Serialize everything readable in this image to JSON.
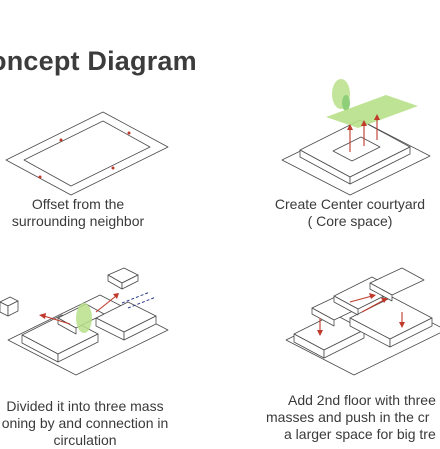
{
  "title": "oncept Diagram",
  "steps": [
    {
      "lines": [
        "Offset from the",
        "surrounding neighbor"
      ]
    },
    {
      "lines": [
        "Create Center courtyard",
        "( Core space)"
      ]
    },
    {
      "lines": [
        "Divided it into three mass",
        "oning by and connection in",
        "circulation"
      ]
    },
    {
      "lines": [
        "Add 2nd floor with three",
        "masses and push in the cr",
        "a larger space for big tre"
      ]
    }
  ],
  "colors": {
    "accent_red": "#c0392b",
    "green": "#a6d96a",
    "line": "#4a4a4a"
  }
}
